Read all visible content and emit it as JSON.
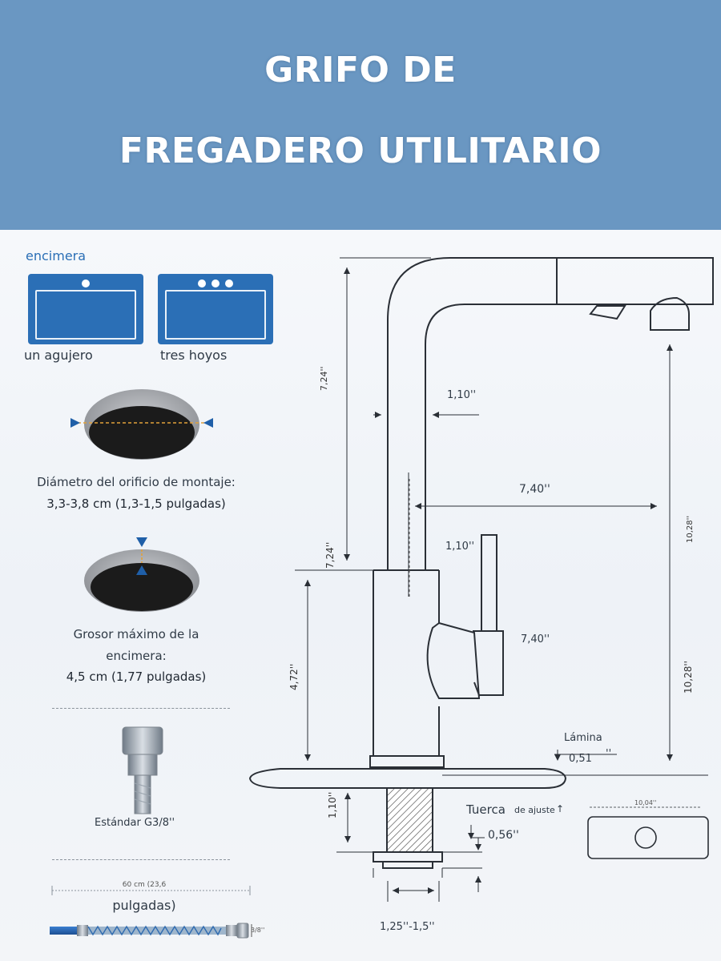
{
  "header": {
    "title_line1": "GRIFO DE",
    "title_line2": "FREGADERO UTILITARIO"
  },
  "left": {
    "countertop_label": "encimera",
    "one_hole_label": "un agujero",
    "three_holes_label": "tres hoyos",
    "hole_diameter_title": "Diámetro del orificio de montaje:",
    "hole_diameter_value": "3,3-3,8 cm (1,3-1,5 pulgadas)",
    "thickness_title_1": "Grosor máximo de la",
    "thickness_title_2": "encimera:",
    "thickness_value": "4,5 cm (1,77 pulgadas)",
    "connector_label": "Estándar G3/8''",
    "hose_length_1": "60 cm (23,6",
    "hose_length_2": "pulgadas)",
    "hose_thread": "3/8''"
  },
  "dimensions": {
    "spout_height": "7,24''",
    "spout_height_lower": "7,24''",
    "spout_width": "1,10''",
    "reach": "7,40''",
    "handle_width": "1,10''",
    "handle_height": "7,40''",
    "total_height": "10,28''",
    "total_height_lower": "10,28''",
    "body_height": "4,72''",
    "shank_length": "1,10''",
    "plate_label": "Lámina",
    "plate_thickness": "0,51",
    "plate_unit": "''",
    "nut_label": "Tuerca",
    "nut_sub": "de ajuste",
    "nut_value": "0,56''",
    "hole_range": "1,25''-1,5''",
    "deck_plate_length": "10,04''"
  },
  "colors": {
    "header_bg": "#6a97c2",
    "sink_blue": "#2b6fb6",
    "line": "#2a2f36",
    "arrow_blue": "#1f5fa8"
  }
}
